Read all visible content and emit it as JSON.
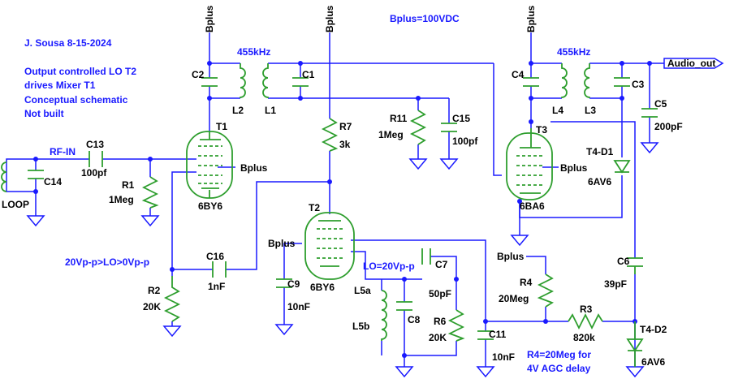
{
  "notes": {
    "author": "J. Sousa 8-15-2024",
    "desc1": "Output controlled LO T2",
    "desc2": "drives Mixer T1",
    "desc3": "Conceptual schematic",
    "desc4": "Not built",
    "supply": "Bplus=100VDC",
    "lo_level": "20Vp-p>LO>0Vp-p",
    "lo_amp": "LO=20Vp-p",
    "agc1": "R4=20Meg for",
    "agc2": "4V AGC  delay",
    "rf_in": "RF-IN",
    "audio_out": "Audio_out",
    "if1": "455kHz",
    "if2": "455kHz"
  },
  "rails": {
    "b1": "Bplus",
    "b2": "Bplus",
    "b3": "Bplus",
    "b_t1": "Bplus",
    "b_t2": "Bplus",
    "b_t3": "Bplus",
    "b_r4": "Bplus"
  },
  "parts": {
    "loop": "LOOP",
    "c14": "C14",
    "c13": "C13",
    "c13v": "100pf",
    "r1": "R1",
    "r1v": "1Meg",
    "r2": "R2",
    "r2v": "20K",
    "c16": "C16",
    "c16v": "1nF",
    "t1": "T1",
    "t1v": "6BY6",
    "c2": "C2",
    "l2": "L2",
    "l1": "L1",
    "c1": "C1",
    "r7": "R7",
    "r7v": "3k",
    "r11": "R11",
    "r11v": "1Meg",
    "c15": "C15",
    "c15v": "100pf",
    "t2": "T2",
    "t2v": "6BY6",
    "c9": "C9",
    "c9v": "10nF",
    "l5a": "L5a",
    "l5b": "L5b",
    "c8": "C8",
    "c7": "C7",
    "c7v": "50pF",
    "r6": "R6",
    "r6v": "20K",
    "c11": "C11",
    "c11v": "10nF",
    "r4": "R4",
    "r4v": "20Meg",
    "r3": "R3",
    "r3v": "820k",
    "t3": "T3",
    "t3v": "6BA6",
    "c4": "C4",
    "l4": "L4",
    "l3": "L3",
    "c3": "C3",
    "c5": "C5",
    "c5v": "200pF",
    "d1": "T4-D1",
    "d1v": "6AV6",
    "c6": "C6",
    "c6v": "39pF",
    "d2": "T4-D2",
    "d2v": "6AV6"
  },
  "colors": {
    "wire": "#1a1aff",
    "part": "#2e9e2e",
    "text": "#000000"
  }
}
